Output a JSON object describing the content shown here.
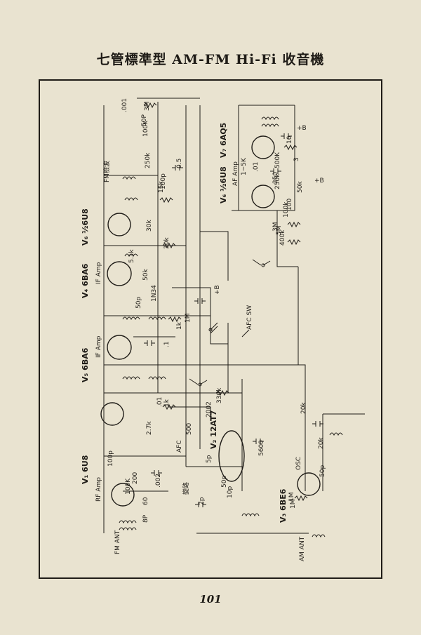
{
  "title": "七管標準型 AM-FM Hi-Fi 收音機",
  "page_number": "101",
  "tubes": [
    {
      "designation": "V₁ 6U8",
      "role": "RF Amp"
    },
    {
      "designation": "V₂ 12AT7",
      "role": ""
    },
    {
      "designation": "V₃ 6BE6",
      "role": "OSC"
    },
    {
      "designation": "V₄ 6BA6",
      "role": "IF Amp"
    },
    {
      "designation": "V₅ 6BA6",
      "role": "IF Amp"
    },
    {
      "designation": "V₆ ½6U8",
      "role": ""
    },
    {
      "designation": "V₆ ½6U8",
      "role": "AF Amp"
    },
    {
      "designation": "V₇ 6AQ5",
      "role": ""
    }
  ],
  "labels": {
    "fm_ant": "FM ANT",
    "am_ant": "AM ANT",
    "afc": "AFC",
    "afc_sw": "AFC SW",
    "fm_detect": "FM檢波",
    "plus_b": "+B",
    "diode": "1N34",
    "var": "變路"
  },
  "component_values": [
    "1M",
    "100p",
    "200",
    "100K",
    "60",
    "8P",
    ".002",
    "2.7k",
    "1k",
    ".01",
    ".1",
    "50p",
    "50k",
    "5.1k",
    "30k",
    "100p",
    "1M",
    "1k",
    "30k",
    "15k",
    "100K",
    "50P",
    ".001",
    "3M",
    "250k",
    "0.5",
    "500",
    "2p",
    "5p",
    "10p",
    "50p",
    "2002",
    "330k",
    "5600",
    "20k",
    "20k",
    "50p",
    "1M",
    "3M",
    "100k",
    "1~5K",
    ".01",
    "250k",
    "500K",
    "50k",
    "10",
    "3",
    "100",
    "5M",
    "400k",
    "250"
  ]
}
